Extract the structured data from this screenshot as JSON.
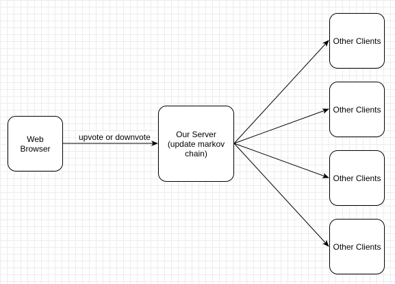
{
  "diagram": {
    "nodes": {
      "web_browser": "Web Browser",
      "server": "Our Server\n(update markov\nchain)",
      "client_1": "Other Clients",
      "client_2": "Other Clients",
      "client_3": "Other Clients",
      "client_4": "Other Clients"
    },
    "edges": {
      "browser_to_server_label": "upvote or downvote"
    },
    "colors": {
      "stroke": "#000000",
      "node_fill": "#ffffff",
      "grid": "#ececec"
    }
  }
}
